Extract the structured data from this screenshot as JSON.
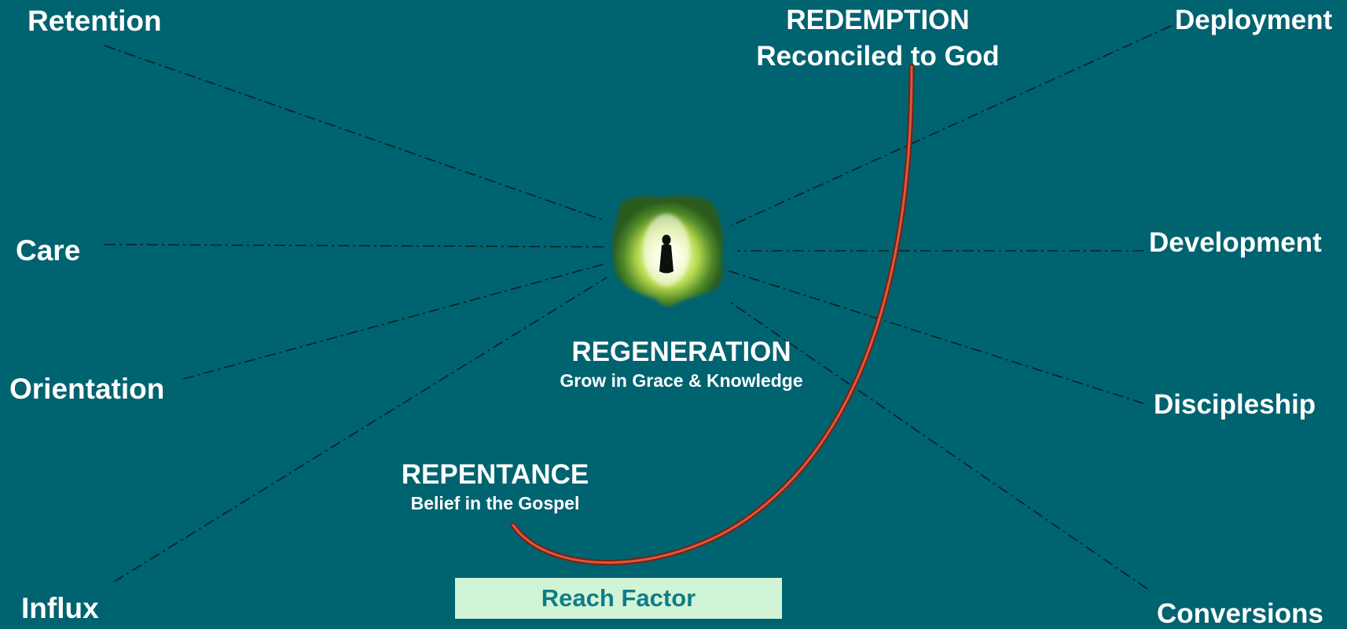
{
  "outer_labels": {
    "retention": "Retention",
    "care": "Care",
    "orientation": "Orientation",
    "influx": "Influx",
    "deployment": "Deployment",
    "development": "Development",
    "discipleship": "Discipleship",
    "conversions": "Conversions"
  },
  "stages": {
    "redemption": {
      "title": "REDEMPTION",
      "subtitle": "Reconciled to God"
    },
    "regeneration": {
      "title": "REGENERATION",
      "subtitle": "Grow in Grace & Knowledge"
    },
    "repentance": {
      "title": "REPENTANCE",
      "subtitle": "Belief in the Gospel"
    }
  },
  "reach_factor": {
    "label": "Reach Factor"
  },
  "colors": {
    "background": "#006370",
    "curve": "#c8482e",
    "reach_box": "#d2f4d6",
    "reach_text": "#0f7d86",
    "lines": "#0b1f22"
  },
  "central_image": {
    "icon": "figure-in-light-icon"
  }
}
